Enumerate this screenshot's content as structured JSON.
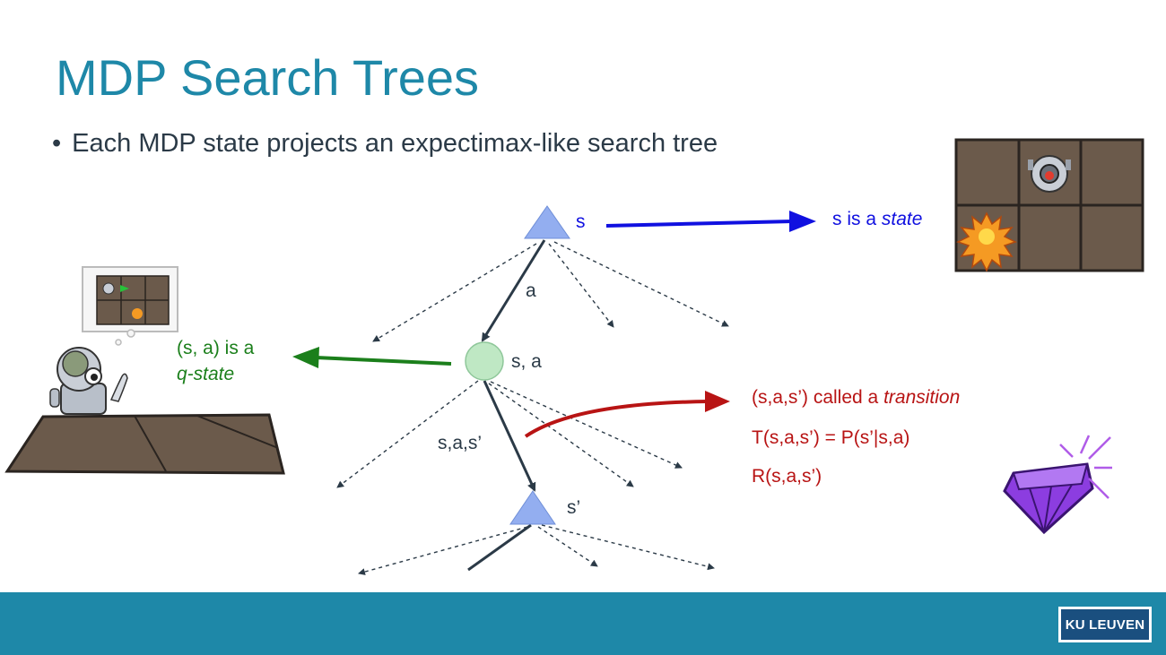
{
  "slide": {
    "title": "MDP Search Trees",
    "bullet": "Each MDP state projects an expectimax-like search tree"
  },
  "diagram": {
    "node_s": "s",
    "edge_a": "a",
    "node_qstate": "s, a",
    "edge_transition": "s,a,s’",
    "node_s_prime": "s’",
    "state_note": {
      "prefix": "s is a ",
      "emphasis": "state"
    },
    "qstate_note": {
      "line1": "(s, a) is a",
      "emphasis": "q-state"
    },
    "transition_note": {
      "prefix": "(s,a,s’) called a ",
      "emphasis": "transition",
      "probability": "T(s,a,s’) = P(s’|s,a)",
      "reward": "R(s,a,s’)"
    }
  },
  "colors": {
    "title": "#1e88a8",
    "state_arrow": "#1010e0",
    "qstate_arrow": "#1b7f1b",
    "transition_arrow": "#b81414",
    "triangle_fill": "#93aef0",
    "circle_fill": "#bfe8c4",
    "footer": "#1e88a8"
  },
  "icons": {
    "robot_grid": "robot-grid-icon",
    "fire": "fire-icon",
    "robot": "robot-icon",
    "gem": "gem-icon"
  },
  "footer": {
    "logo_text": "KU LEUVEN"
  }
}
